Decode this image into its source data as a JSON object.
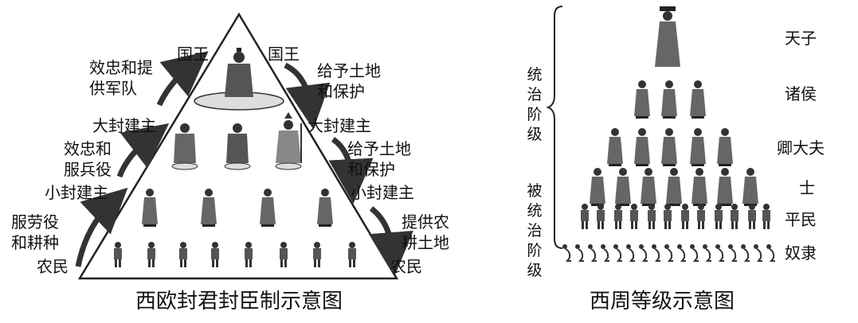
{
  "left": {
    "caption": "西欧封君封臣制示意图",
    "king_left": "国王",
    "king_right": "国王",
    "loyalty_army": "效忠和提\n供军队",
    "grant_land_1": "给予土地\n和保护",
    "great_lord_left": "大封建主",
    "great_lord_right": "大封建主",
    "loyalty_service": "效忠和\n服兵役",
    "grant_land_2": "给予土地\n和保护",
    "small_lord_left": "小封建主",
    "small_lord_right": "小封建主",
    "labor": "服劳役\n和耕种",
    "provide_farmland": "提供农\n耕土地",
    "peasant_left": "农民",
    "peasant_right": "农民"
  },
  "right": {
    "caption": "西周等级示意图",
    "ruling_class": "统治阶级",
    "ruled_class": "被统治阶级",
    "ranks": [
      "天子",
      "诸侯",
      "卿大夫",
      "士",
      "平民",
      "奴隶"
    ]
  }
}
